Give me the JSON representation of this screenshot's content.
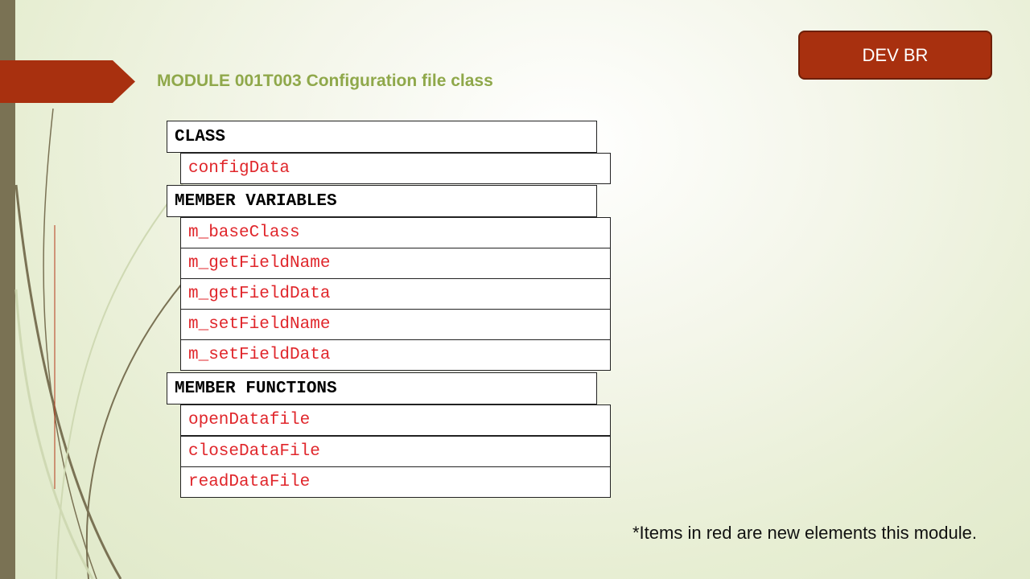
{
  "slide": {
    "title": "MODULE 001T003 Configuration file class",
    "badge": "DEV BR",
    "class_header": "CLASS",
    "class_name": "configData",
    "variables_header": "MEMBER VARIABLES",
    "variables": [
      "m_baseClass",
      "m_getFieldName",
      "m_getFieldData",
      "m_setFieldName",
      "m_setFieldData"
    ],
    "functions_header": "MEMBER FUNCTIONS",
    "functions": [
      "openDatafile",
      "closeDataFile",
      "readDataFile"
    ],
    "footnote": "*Items in red are new elements this module."
  },
  "colors": {
    "title": "#8fa84a",
    "badge_bg": "#a8300f",
    "new_item_text": "#e0262b",
    "sidebar": "#7a7254"
  }
}
